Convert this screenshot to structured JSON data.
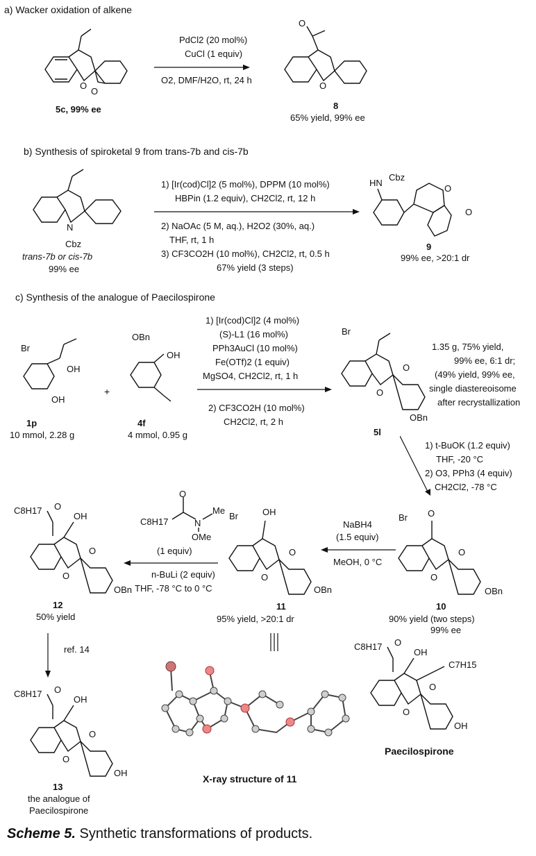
{
  "sections": {
    "a": "a) Wacker oxidation of alkene",
    "b": "b) Synthesis of spiroketal 9 from trans-7b and cis-7b",
    "c": "c) Synthesis of the analogue of Paecilospirone"
  },
  "part_a": {
    "cond1": "PdCl2 (20 mol%)",
    "cond2": "CuCl (1 equiv)",
    "cond3": "O2, DMF/H2O, rt, 24 h",
    "sm_label": "5c, 99% ee",
    "prod_num": "8",
    "prod_info": "65% yield, 99% ee"
  },
  "part_b": {
    "cond1": "1) [Ir(cod)Cl]2 (5 mol%), DPPM (10 mol%)",
    "cond2": "HBPin (1.2 equiv), CH2Cl2, rt, 12 h",
    "cond3": "2) NaOAc (5 M, aq.), H2O2 (30%, aq.)",
    "cond4": "THF, rt, 1 h",
    "cond5": "3) CF3CO2H (10 mol%), CH2Cl2, rt, 0.5 h",
    "cond6": "67% yield (3 steps)",
    "sm_label": "trans-7b or cis-7b",
    "sm_info": "99% ee",
    "prod_num": "9",
    "prod_info": "99% ee, >20:1 dr",
    "cbz1": "Cbz",
    "cbz2": "Cbz"
  },
  "part_c": {
    "c1": "1) [Ir(cod)Cl]2 (4 mol%)",
    "c2": "(S)-L1 (16 mol%)",
    "c3": "PPh3AuCl (10 mol%)",
    "c4": "Fe(OTf)2 (1 equiv)",
    "c5": "MgSO4, CH2Cl2, rt, 1 h",
    "c6": "2) CF3CO2H (10 mol%)",
    "c7": "CH2Cl2, rt, 2 h",
    "plus": "+",
    "sm1_num": "1p",
    "sm1_info": "10 mmol, 2.28 g",
    "sm2_num": "4f",
    "sm2_info": "4 mmol, 0.95 g",
    "p5l_num": "5l",
    "p5l_i1": "1.35 g, 75% yield,",
    "p5l_i2": "99% ee, 6:1 dr;",
    "p5l_i3": "(49% yield, 99% ee,",
    "p5l_i4": "single diastereoisome",
    "p5l_i5": "after recrystallization",
    "s2_1": "1) t-BuOK (1.2 equiv)",
    "s2_2": "THF, -20 °C",
    "s2_3": "2) O3, PPh3 (4 equiv)",
    "s2_4": "CH2Cl2, -78 °C",
    "p10_num": "10",
    "p10_i1": "90% yield (two steps)",
    "p10_i2": "99% ee",
    "nabh1": "NaBH4",
    "nabh2": "(1.5 equiv)",
    "nabh3": "MeOH, 0 °C",
    "p11_num": "11",
    "p11_info": "95% yield, >20:1 dr",
    "weinreb1": "(1 equiv)",
    "weinreb2": "n-BuLi (2 equiv)",
    "weinreb3": "THF, -78 °C to 0 °C",
    "p12_num": "12",
    "p12_info": "50% yield",
    "ref": "ref. 14",
    "p13_num": "13",
    "p13_i1": "the analogue of",
    "p13_i2": "Paecilospirone",
    "xray": "X-ray structure of 11",
    "paec": "Paecilospirone"
  },
  "atoms": {
    "O": "O",
    "OH": "OH",
    "Br": "Br",
    "OBn": "OBn",
    "HN": "HN",
    "N": "N",
    "C8H17": "C8H17",
    "C7H15": "C7H15",
    "Me": "Me",
    "OMe": "OMe"
  },
  "caption": {
    "bold": "Scheme 5.",
    "text": " Synthetic transformations of products."
  }
}
